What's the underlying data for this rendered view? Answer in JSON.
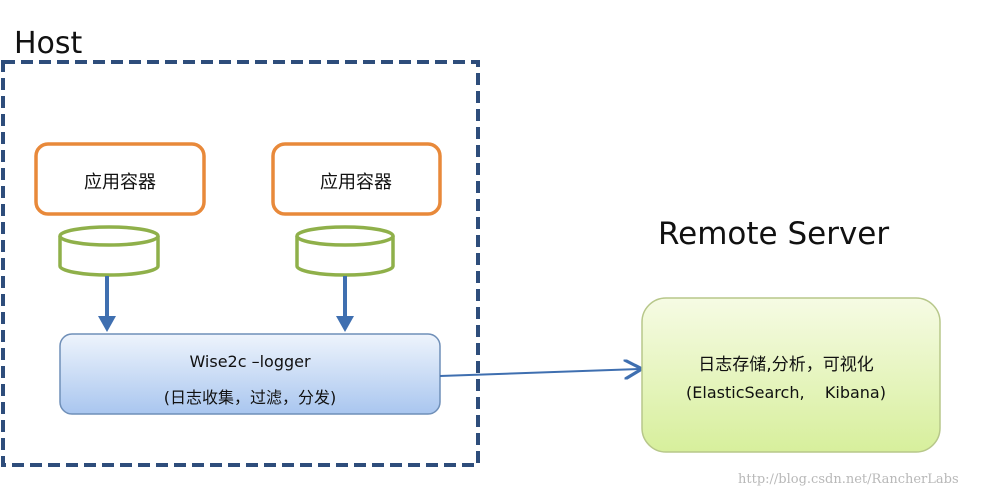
{
  "host": {
    "label": "Host"
  },
  "containers": [
    {
      "label": "应用容器"
    },
    {
      "label": "应用容器"
    }
  ],
  "logger": {
    "title": "Wise2c –logger",
    "subtitle": "(日志收集，过滤，分发)"
  },
  "remote": {
    "label": "Remote Server",
    "line1": "日志存储,分析，可视化",
    "line2": "(ElasticSearch,    Kibana)"
  },
  "watermark": "http://blog.csdn.net/RancherLabs",
  "colors": {
    "host_border": "#2e4d7b",
    "container_border": "#e8893a",
    "volume_border": "#8fb04a",
    "arrow": "#3f6fb0"
  }
}
